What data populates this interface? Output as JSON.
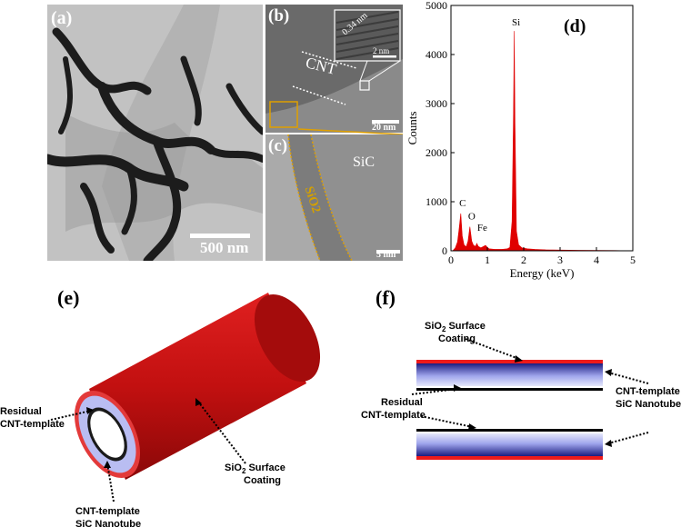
{
  "panels": {
    "a": {
      "label": "(a)",
      "scale_bar": "500 nm"
    },
    "b": {
      "label": "(b)",
      "cnt_label": "CNT",
      "inset_spacing": "0.34 nm",
      "inset_scale": "2 nm",
      "scale_bar": "20 nm"
    },
    "c": {
      "label": "(c)",
      "sic_label": "SiC",
      "sio2_label": "SiO2",
      "scale_bar": "5 nm"
    },
    "d": {
      "label": "(d)"
    },
    "e": {
      "label": "(e)",
      "residual_1": "Residual",
      "residual_2": "CNT-template",
      "coating_1": "SiO",
      "coating_sub": "2",
      "coating_2": " Surface",
      "coating_3": "Coating",
      "nanotube_1": "CNT-template",
      "nanotube_2": "SiC Nanotube"
    },
    "f": {
      "label": "(f)",
      "coating_1": "SiO",
      "coating_sub": "2",
      "coating_2": " Surface",
      "coating_3": "Coating",
      "residual_1": "Residual",
      "residual_2": "CNT-template",
      "nanotube_1": "CNT-template",
      "nanotube_2": "SiC Nanotube"
    }
  },
  "colors": {
    "spectrum": "#e00000",
    "tube": "#cc1111",
    "inner": "#aab0ee",
    "sic_dark": "#1a1a7a"
  },
  "chart_data": {
    "type": "area",
    "xlabel": "Energy (keV)",
    "ylabel": "Counts",
    "xlim": [
      0,
      5
    ],
    "ylim": [
      0,
      5000
    ],
    "xticks": [
      0,
      1,
      2,
      3,
      4,
      5
    ],
    "yticks": [
      0,
      1000,
      2000,
      3000,
      4000,
      5000
    ],
    "peaks": [
      {
        "x": 0.27,
        "y": 760,
        "label": "C"
      },
      {
        "x": 0.52,
        "y": 490,
        "label": "O"
      },
      {
        "x": 0.71,
        "y": 150,
        "label": "Fe"
      },
      {
        "x": 1.74,
        "y": 4480,
        "label": "Si"
      }
    ],
    "series": [
      {
        "x": [
          0.05,
          0.12,
          0.18,
          0.22,
          0.27,
          0.31,
          0.36,
          0.42,
          0.47,
          0.52,
          0.57,
          0.62,
          0.68,
          0.71,
          0.75,
          0.82,
          0.9,
          0.95,
          1.0,
          1.05,
          1.2,
          1.4,
          1.55,
          1.62,
          1.68,
          1.72,
          1.74,
          1.76,
          1.8,
          1.86,
          1.95,
          2.1,
          2.3,
          2.6,
          3.0,
          3.5,
          4.0,
          4.5,
          5.0
        ],
        "y": [
          0,
          60,
          180,
          420,
          760,
          300,
          120,
          80,
          200,
          490,
          200,
          110,
          90,
          150,
          90,
          60,
          90,
          110,
          70,
          40,
          30,
          30,
          40,
          70,
          600,
          2800,
          4480,
          2600,
          400,
          120,
          60,
          40,
          30,
          20,
          15,
          10,
          8,
          5,
          0
        ]
      }
    ]
  }
}
